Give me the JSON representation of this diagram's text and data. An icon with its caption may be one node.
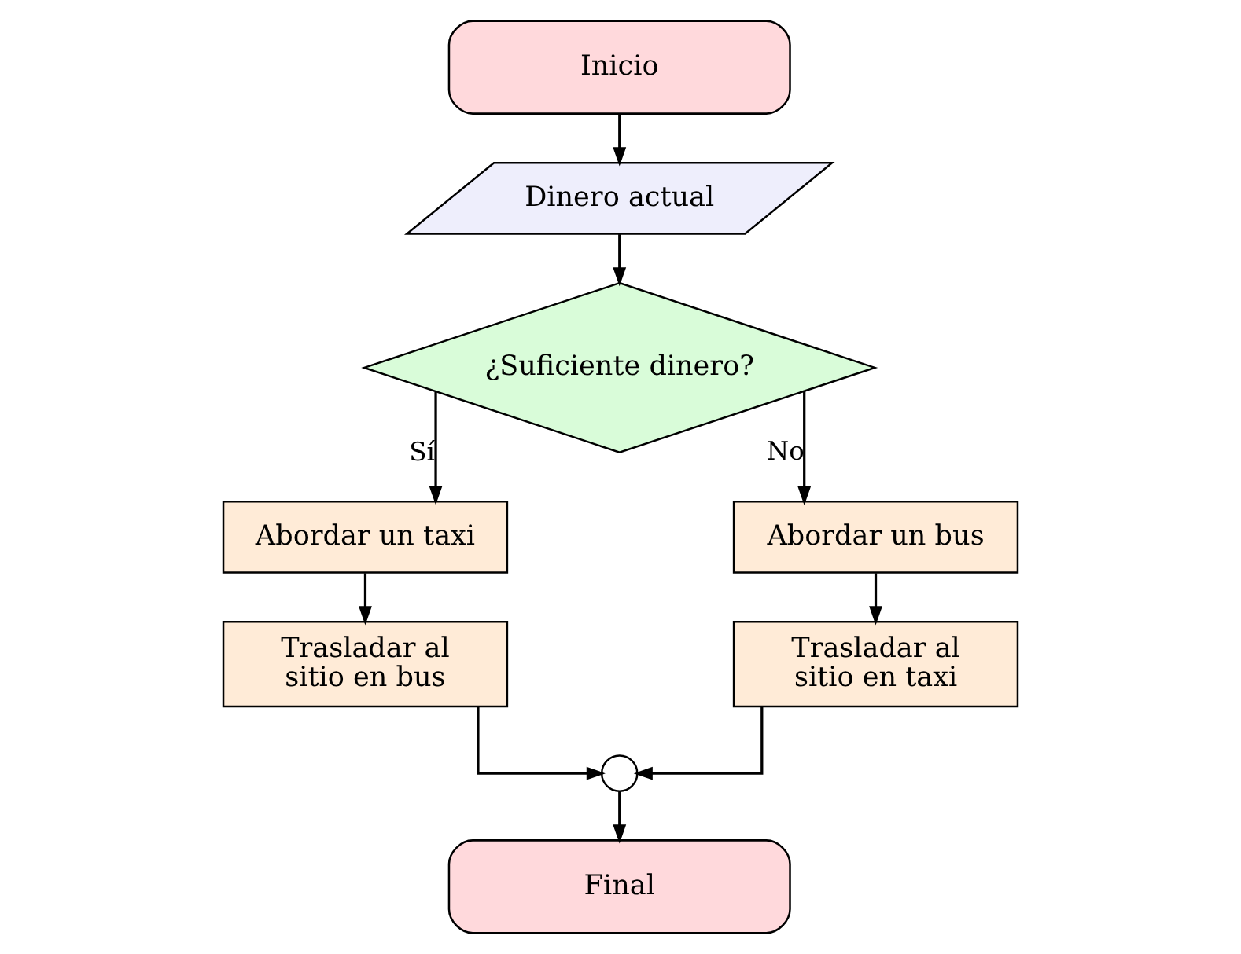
{
  "diagram": {
    "nodes": [
      {
        "text": [
          "Inicio"
        ]
      },
      {
        "text": [
          "Dinero actual"
        ]
      },
      {
        "text": [
          "¿Suficiente dinero?"
        ]
      },
      {
        "text": [
          "Abordar un taxi"
        ]
      },
      {
        "text": [
          "Trasladar al sitio en bus"
        ]
      },
      {
        "text": [
          "Abordar un bus"
        ]
      },
      {
        "text": [
          "Trasladar al sitio en taxi"
        ]
      },
      {
        "text": [],
        "shape": "circle"
      },
      {
        "text": [
          "Final"
        ]
      }
    ],
    "edges": [
      {
        "from": 0,
        "to": 1,
        "arrow": "to"
      },
      {
        "from": 1,
        "to": 2,
        "arrow": "to"
      },
      {
        "from": 2,
        "to": 3,
        "arrow": "to",
        "label": "Sí"
      },
      {
        "from": 2,
        "to": 5,
        "arrow": "to",
        "label": "No"
      },
      {
        "from": 3,
        "to": 4,
        "arrow": "to"
      },
      {
        "from": 5,
        "to": 6,
        "arrow": "to"
      },
      {
        "from": 4,
        "to": 7,
        "arrow": "to"
      },
      {
        "from": 6,
        "to": 7,
        "arrow": "to"
      },
      {
        "from": 7,
        "to": 8,
        "arrow": "to"
      }
    ]
  }
}
